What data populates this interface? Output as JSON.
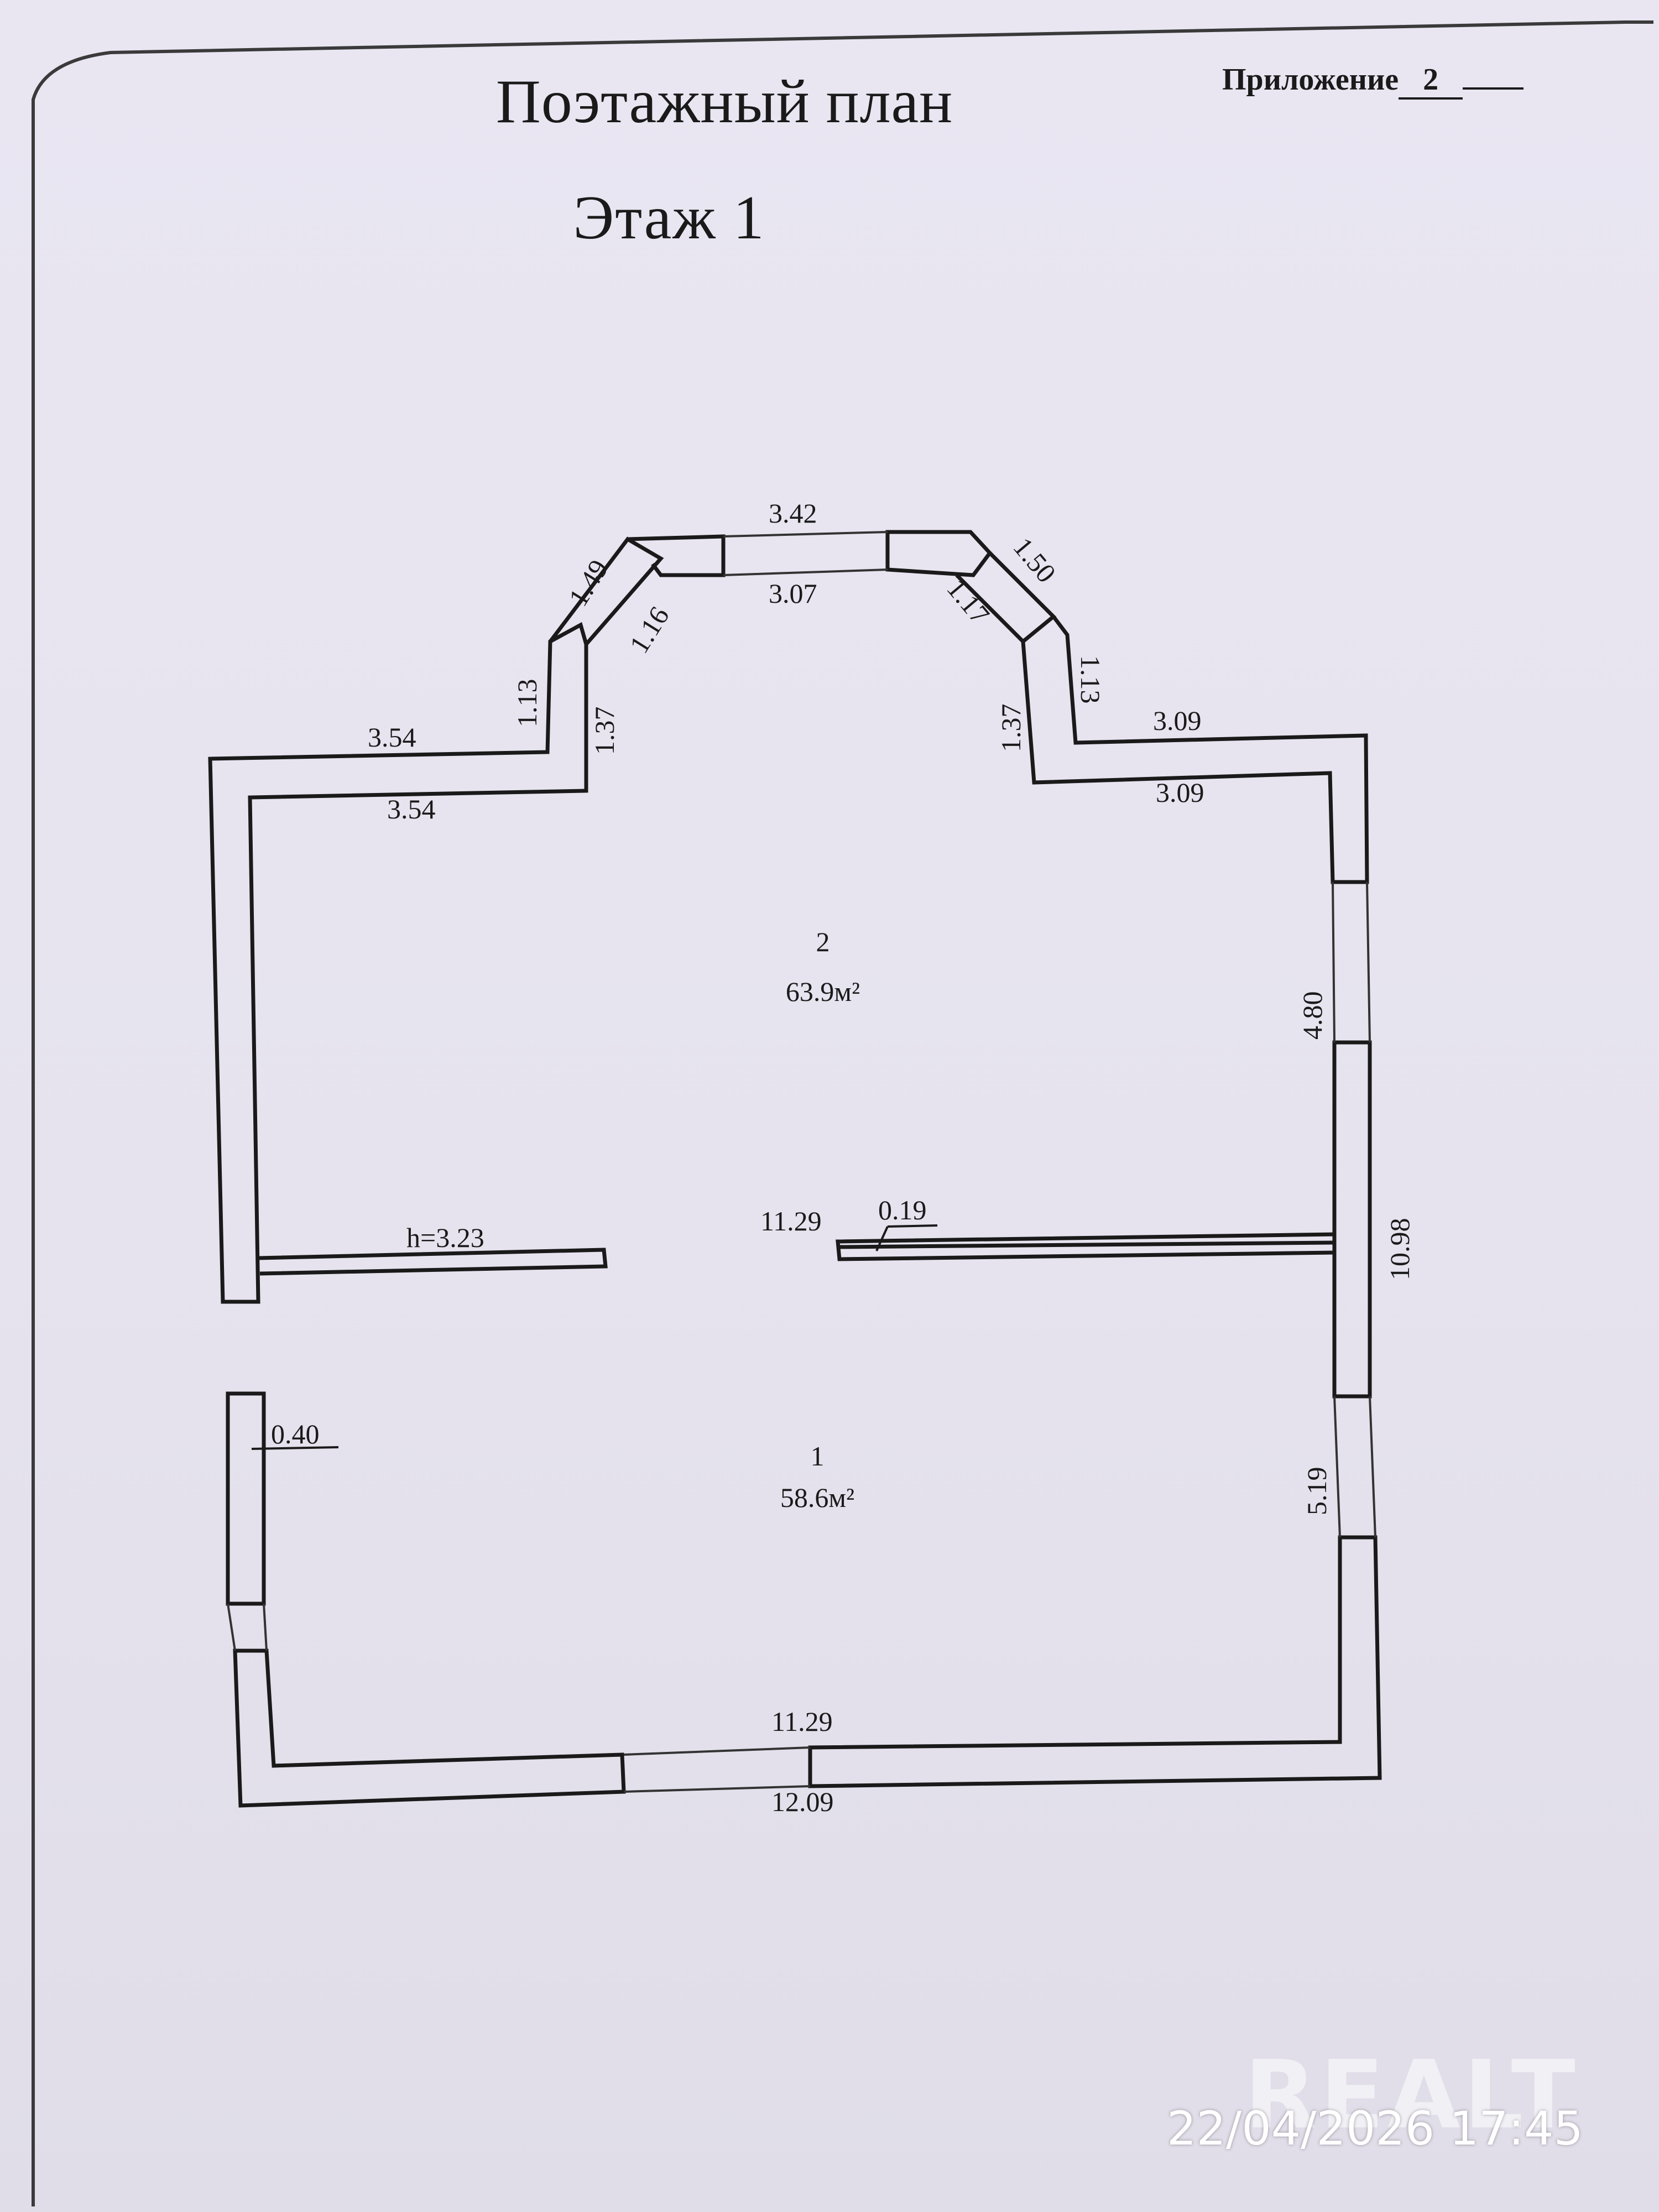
{
  "document": {
    "title": "Поэтажный план",
    "floor": "Этаж 1",
    "appendix_label": "Приложение",
    "appendix_number": "2"
  },
  "rooms": [
    {
      "number": "2",
      "area": "63.9м²"
    },
    {
      "number": "1",
      "area": "58.6м²"
    }
  ],
  "dimensions": {
    "bay_outer_top": "3.42",
    "bay_inner_top": "3.07",
    "bay_left_diag_outer": "1.49",
    "bay_left_diag_inner": "1.16",
    "bay_right_diag_outer": "1.50",
    "bay_right_diag_inner": "1.17",
    "bay_left_side_outer": "1.13",
    "bay_left_side_inner": "1.37",
    "bay_right_side_outer": "1.13",
    "bay_right_side_inner": "1.37",
    "left_top_outer": "3.54",
    "left_top_inner": "3.54",
    "right_top_outer": "3.09",
    "right_top_inner": "3.09",
    "right_upper_inner": "4.80",
    "right_total_outer": "10.98",
    "right_lower_inner": "5.19",
    "partition_height": "h=3.23",
    "partition_length": "11.29",
    "partition_thickness": "0.19",
    "wall_thickness": "0.40",
    "bottom_inner": "11.29",
    "bottom_outer": "12.09"
  },
  "overlay": {
    "watermark": "REALT",
    "timestamp": "22/04/2026 17:45"
  }
}
